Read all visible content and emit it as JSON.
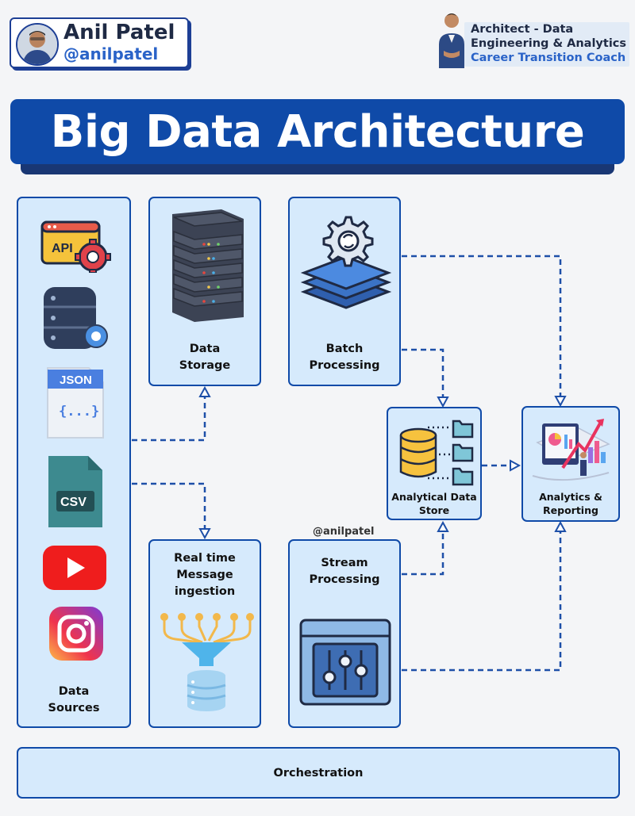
{
  "author": {
    "name": "Anil Patel",
    "handle": "@anilpatel"
  },
  "coach_badge": {
    "line1": "Architect - Data",
    "line2": "Engineering & Analytics",
    "line3": "Career Transition Coach"
  },
  "title": "Big Data Architecture",
  "nodes": {
    "data_sources": {
      "label": "Data\nSources",
      "items": {
        "api": "API",
        "json": "JSON",
        "json_body": "{...}",
        "csv": "CSV"
      }
    },
    "data_storage": {
      "label": "Data\nStorage"
    },
    "batch_processing": {
      "label": "Batch\nProcessing"
    },
    "realtime_ingestion": {
      "label": "Real time\nMessage\ningestion"
    },
    "stream_processing": {
      "label": "Stream\nProcessing"
    },
    "analytical_store": {
      "label": "Analytical Data\nStore"
    },
    "analytics_reporting": {
      "label": "Analytics &\nReporting"
    },
    "orchestration": {
      "label": "Orchestration"
    }
  },
  "edges": [
    {
      "from": "Data Sources",
      "to": "Data Storage"
    },
    {
      "from": "Data Sources",
      "to": "Real time Message ingestion"
    },
    {
      "from": "Batch Processing",
      "to": "Analytical Data Store"
    },
    {
      "from": "Batch Processing",
      "to": "Analytics & Reporting"
    },
    {
      "from": "Stream Processing",
      "to": "Analytical Data Store"
    },
    {
      "from": "Stream Processing",
      "to": "Analytics & Reporting"
    },
    {
      "from": "Analytical Data Store",
      "to": "Analytics & Reporting"
    }
  ],
  "watermark": "@anilpatel",
  "colors": {
    "primary": "#0f4aa8",
    "panel_fill": "#d6eafc",
    "connector": "#1d4fa8"
  }
}
